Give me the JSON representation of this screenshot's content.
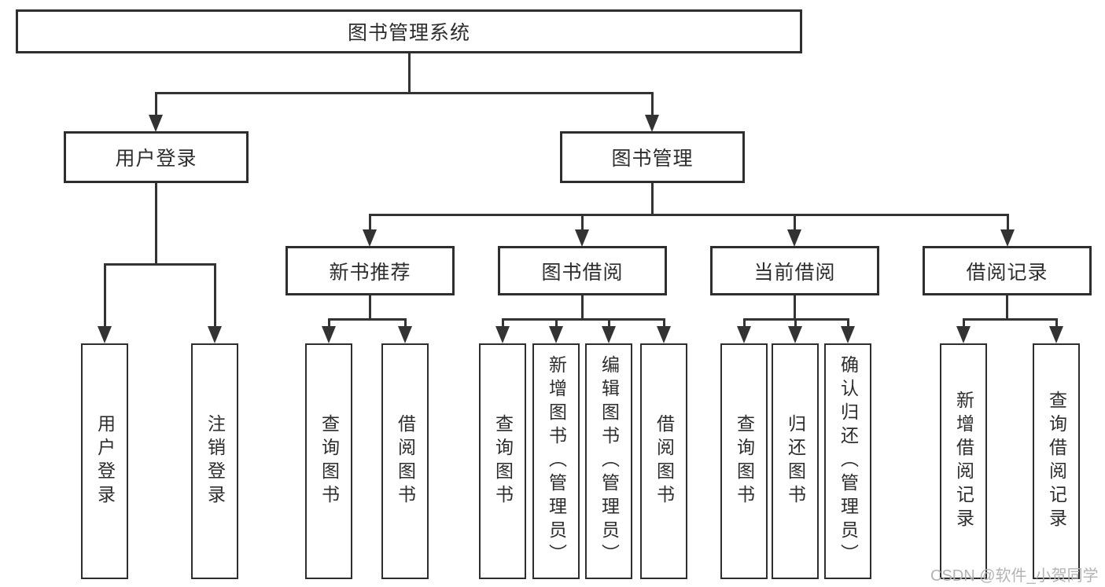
{
  "nodes": {
    "root": "图书管理系统",
    "user_login": "用户登录",
    "book_management": "图书管理",
    "new_book_recommend": "新书推荐",
    "book_borrowing": "图书借阅",
    "current_borrowing": "当前借阅",
    "borrowing_records": "借阅记录",
    "leaf_user_login": "用户登录",
    "leaf_logout_login": "注销登录",
    "leaf_recommend_query_books": "查询图书",
    "leaf_recommend_borrow_books": "借阅图书",
    "leaf_borrow_query_books": "查询图书",
    "leaf_borrow_add_books": "新增图书（管理员）",
    "leaf_borrow_edit_books": "编辑图书（管理员）",
    "leaf_borrow_borrow_books": "借阅图书",
    "leaf_current_query_books": "查询图书",
    "leaf_current_return_books": "归还图书",
    "leaf_current_confirm_return": "确认归还（管理员）",
    "leaf_records_add_record": "新增借阅记录",
    "leaf_records_query_record": "查询借阅记录"
  },
  "watermark": "CSDN @软件_小贺同学",
  "colors": {
    "line": "#333333",
    "border": "#2e2e2e",
    "text": "#2d2d2d",
    "watermark": "#b3b3b3",
    "background": "#ffffff"
  }
}
